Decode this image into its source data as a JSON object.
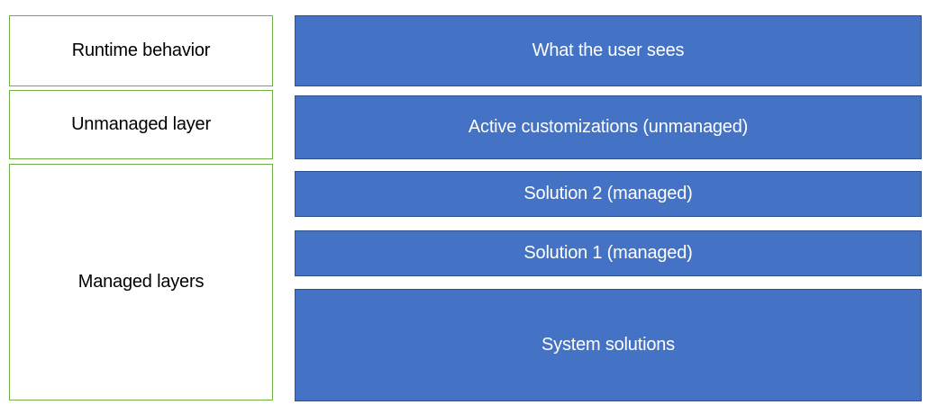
{
  "colors": {
    "label_fill": "#FFFFFF",
    "label_border": "#70AD47",
    "label_text": "#000000",
    "layer_fill": "#4472C4",
    "layer_border": "#2F528F",
    "layer_text": "#FFFFFF"
  },
  "left_column": {
    "boxes": [
      {
        "label": "Runtime behavior"
      },
      {
        "label": "Unmanaged layer"
      },
      {
        "label": "Managed layers"
      }
    ]
  },
  "right_column": {
    "layers": [
      {
        "label": "What the user sees"
      },
      {
        "label": "Active customizations (unmanaged)"
      },
      {
        "label": "Solution 2 (managed)"
      },
      {
        "label": "Solution 1 (managed)"
      },
      {
        "label": "System solutions"
      }
    ]
  }
}
